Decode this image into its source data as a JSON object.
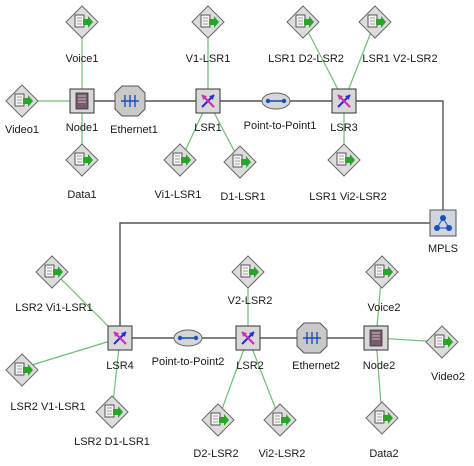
{
  "diagram": {
    "nodes": {
      "voice1": "Voice1",
      "video1": "Video1",
      "node1": "Node1",
      "data1": "Data1",
      "ethernet1": "Ethernet1",
      "v1_lsr1": "V1-LSR1",
      "lsr1": "LSR1",
      "vi1_lsr1": "Vi1-LSR1",
      "d1_lsr1": "D1-LSR1",
      "ptp1": "Point-to-Point1",
      "lsr1_d2_lsr2": "LSR1 D2-LSR2",
      "lsr1_v2_lsr2": "LSR1 V2-LSR2",
      "lsr3": "LSR3",
      "lsr1_vi2_lsr2": "LSR1 Vi2-LSR2",
      "mpls": "MPLS",
      "lsr2_vi1_lsr1": "LSR2 Vi1-LSR1",
      "lsr2_v1_lsr1": "LSR2 V1-LSR1",
      "lsr2_d1_lsr1": "LSR2 D1-LSR1",
      "lsr4": "LSR4",
      "ptp2": "Point-to-Point2",
      "v2_lsr2": "V2-LSR2",
      "lsr2": "LSR2",
      "d2_lsr2": "D2-LSR2",
      "vi2_lsr2": "Vi2-LSR2",
      "ethernet2": "Ethernet2",
      "node2": "Node2",
      "voice2": "Voice2",
      "video2": "Video2",
      "data2": "Data2"
    }
  }
}
